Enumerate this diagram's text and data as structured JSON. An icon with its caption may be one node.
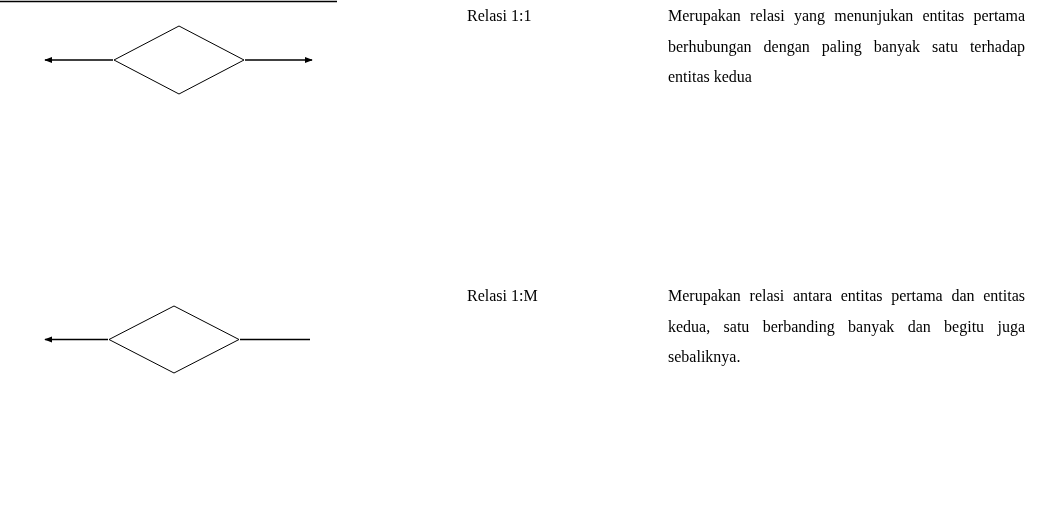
{
  "diagram": {
    "nodes": [
      {
        "text": [],
        "shape": "diamond"
      },
      {
        "text": [],
        "shape": "diamond"
      }
    ],
    "edges": [
      {
        "from": 0,
        "to": null,
        "arrow": "to"
      },
      {
        "from": 0,
        "to": null,
        "arrow": "to"
      },
      {
        "from": 1,
        "to": null,
        "arrow": "to"
      },
      {
        "from": 1,
        "to": null,
        "arrow": "none"
      }
    ],
    "labels": [
      "Relasi 1:1",
      "Merupakan relasi yang menunjukan entitas pertama berhubungan dengan paling banyak satu terhadap entitas kedua",
      "Relasi 1:M",
      "Merupakan relasi antara entitas pertama dan entitas kedua, satu berbanding banyak dan begitu juga sebaliknya."
    ]
  }
}
